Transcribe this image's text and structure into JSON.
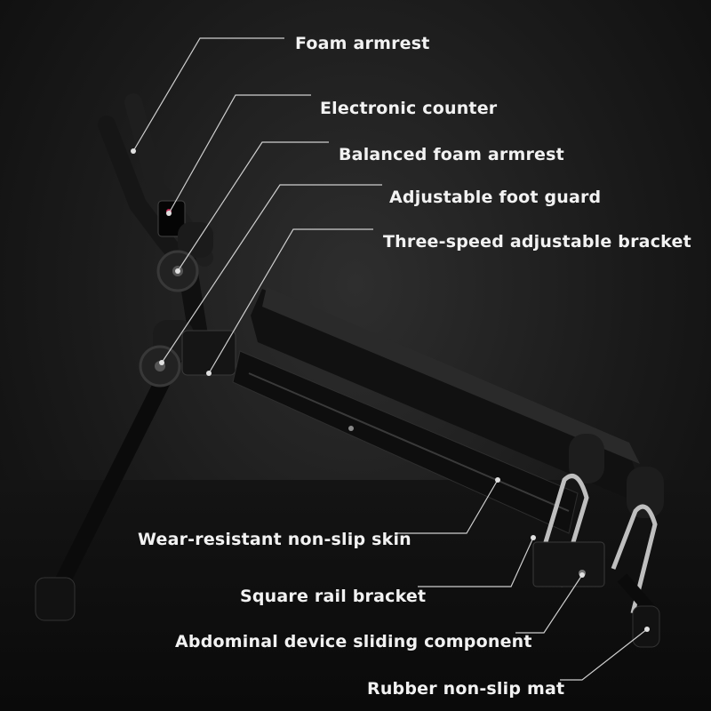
{
  "callouts": [
    {
      "id": "foam-armrest",
      "text": "Foam armrest"
    },
    {
      "id": "electronic-counter",
      "text": "Electronic counter"
    },
    {
      "id": "balanced-foam-armrest",
      "text": "Balanced foam armrest"
    },
    {
      "id": "adjustable-foot-guard",
      "text": "Adjustable foot guard"
    },
    {
      "id": "three-speed-bracket",
      "text": "Three-speed adjustable bracket"
    },
    {
      "id": "non-slip-skin",
      "text": "Wear-resistant non-slip skin"
    },
    {
      "id": "square-rail-bracket",
      "text": "Square rail bracket"
    },
    {
      "id": "sliding-component",
      "text": "Abdominal device sliding component"
    },
    {
      "id": "rubber-mat",
      "text": "Rubber non-slip mat"
    }
  ]
}
